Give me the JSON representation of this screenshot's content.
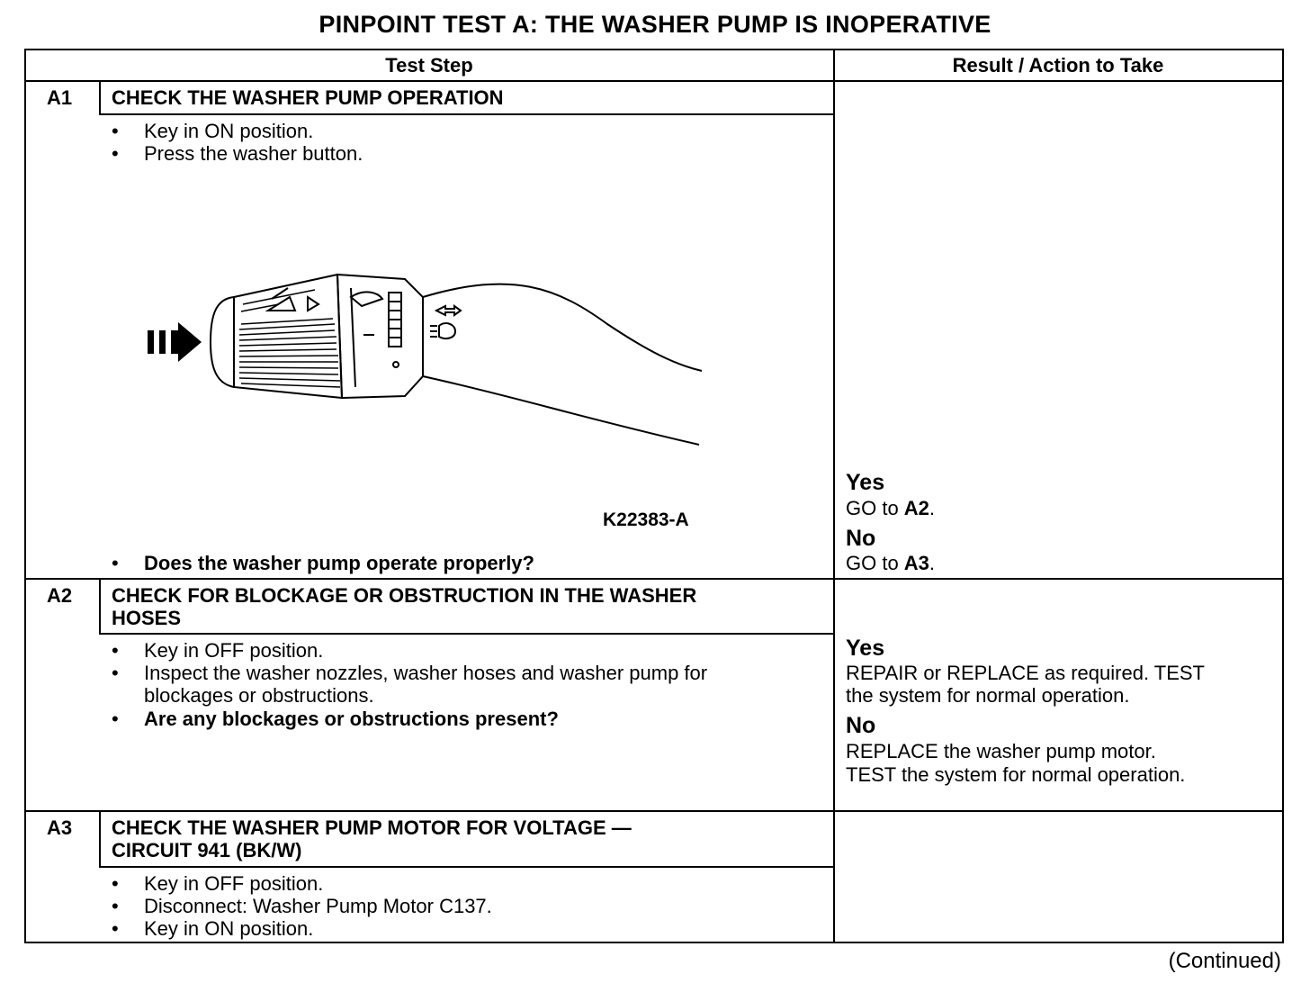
{
  "title": "PINPOINT TEST  A: THE WASHER PUMP IS INOPERATIVE",
  "headers": {
    "test_step": "Test Step",
    "result": "Result / Action to Take"
  },
  "steps": [
    {
      "id": "A1",
      "heading": "CHECK THE WASHER PUMP OPERATION",
      "bullets": [
        "Key in ON position.",
        "Press the washer button."
      ],
      "figure_caption": "K22383-A",
      "question": "Does the washer pump operate properly?",
      "yes_label": "Yes",
      "yes_pre": "GO to ",
      "yes_ref": "A2",
      "yes_post": ".",
      "no_label": "No",
      "no_pre": "GO to ",
      "no_ref": "A3",
      "no_post": "."
    },
    {
      "id": "A2",
      "heading_line1": "CHECK FOR BLOCKAGE OR OBSTRUCTION IN THE WASHER",
      "heading_line2": "HOSES",
      "bullet1": "Key in OFF position.",
      "bullet2_line1": "Inspect the washer nozzles, washer hoses and washer pump for",
      "bullet2_line2": "blockages or obstructions.",
      "question": "Are any blockages or obstructions present?",
      "yes_label": "Yes",
      "yes_line1": "REPAIR or REPLACE as required. TEST",
      "yes_line2": "the system for normal operation.",
      "no_label": "No",
      "no_line1": "REPLACE the washer pump motor.",
      "no_line2": "TEST the system for normal operation."
    },
    {
      "id": "A3",
      "heading_line1": "CHECK THE WASHER PUMP MOTOR FOR VOLTAGE —",
      "heading_line2": "CIRCUIT 941 (BK/W)",
      "bullets": [
        "Key in OFF position.",
        "Disconnect: Washer Pump Motor C137.",
        "Key in ON position."
      ]
    }
  ],
  "bullet_char": "•",
  "continued": "(Continued)"
}
